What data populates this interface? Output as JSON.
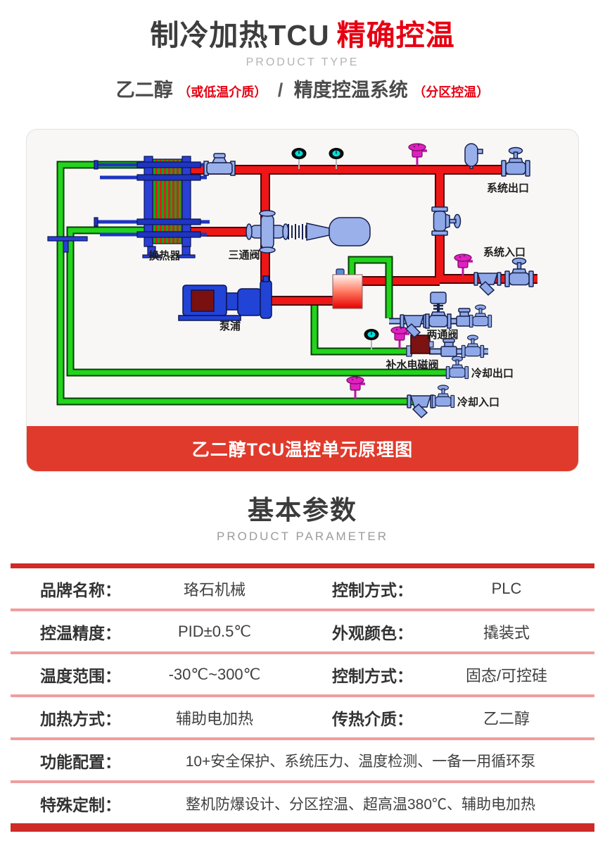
{
  "header": {
    "title_black": "制冷加热TCU",
    "title_red": "精确控温",
    "subtitle_en": "PRODUCT TYPE",
    "tagline": {
      "part1": "乙二醇",
      "part1_note": "（或低温介质）",
      "separator": "/",
      "part2": "精度控温系统",
      "part2_note": "（分区控温）"
    }
  },
  "diagram": {
    "caption": "乙二醇TCU温控单元原理图",
    "labels": {
      "heat_exchanger": "换热器",
      "three_way_valve": "三通阀",
      "pump": "泵浦",
      "system_outlet": "系统出口",
      "system_inlet": "系统入口",
      "two_way_valve": "两通阀",
      "makeup_solenoid_valve": "补水电磁阀",
      "cooling_outlet": "冷却出口",
      "cooling_inlet": "冷却入口"
    },
    "colors": {
      "hot_pipe_red": "#ee1616",
      "cold_pipe_green": "#22d41c",
      "component_blue": "#9ab0ea",
      "pump_blue": "#2143d6",
      "sensor_magenta": "#e020c0",
      "gauge_cyan": "#00e0e0",
      "tank_red": "#e60000"
    }
  },
  "section": {
    "title": "基本参数",
    "subtitle_en": "PRODUCT PARAMETER"
  },
  "table": {
    "rows": [
      {
        "cells": [
          {
            "label": "品牌名称：",
            "value": "珞石机械"
          },
          {
            "label": "控制方式：",
            "value": "PLC"
          }
        ]
      },
      {
        "cells": [
          {
            "label": "控温精度：",
            "value": "PID±0.5℃"
          },
          {
            "label": "外观颜色：",
            "value": "撬装式"
          }
        ]
      },
      {
        "cells": [
          {
            "label": "温度范围：",
            "value": "-30℃~300℃"
          },
          {
            "label": "控制方式：",
            "value": "固态/可控硅"
          }
        ]
      },
      {
        "cells": [
          {
            "label": "加热方式：",
            "value": "辅助电加热"
          },
          {
            "label": "传热介质：",
            "value": "乙二醇"
          }
        ]
      },
      {
        "cells": [
          {
            "label": "功能配置：",
            "value": "10+安全保护、系统压力、温度检测、一备一用循环泵"
          }
        ]
      },
      {
        "cells": [
          {
            "label": "特殊定制：",
            "value": "整机防爆设计、分区控温、超高温380℃、辅助电加热"
          }
        ]
      }
    ]
  },
  "colors": {
    "accent_red": "#e60012",
    "banner_red": "#e03a2c",
    "table_bar_red": "#cf2b28",
    "row_divider_pink": "#ef9e9e"
  }
}
